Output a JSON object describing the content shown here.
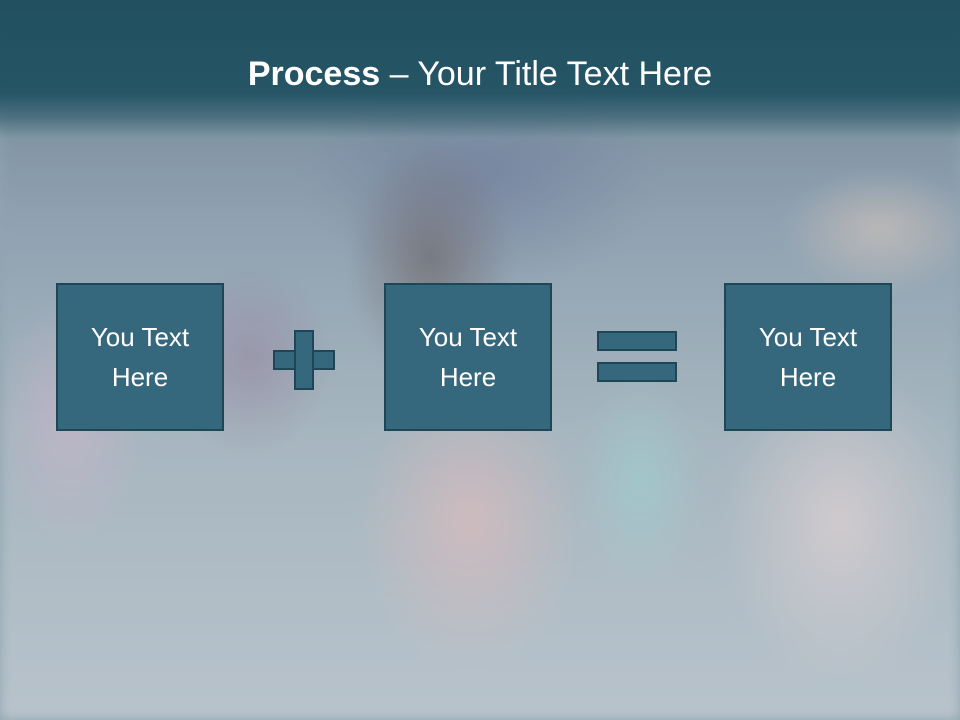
{
  "slide": {
    "title_bold": "Process",
    "title_rest": " – Your Title Text Here"
  },
  "boxes": [
    {
      "line1": "You Text",
      "line2": "Here"
    },
    {
      "line1": "You Text",
      "line2": "Here"
    },
    {
      "line1": "You Text",
      "line2": "Here"
    }
  ],
  "operators": {
    "first": "plus-icon",
    "second": "equals-icon"
  },
  "colors": {
    "title_band": "#215060",
    "box_fill": "#35687c",
    "box_border": "#1d4656",
    "text": "#ffffff"
  }
}
